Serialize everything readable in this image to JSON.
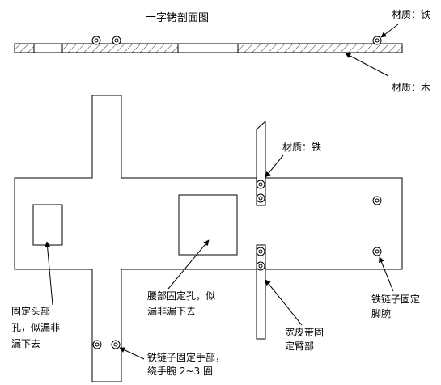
{
  "title": "十字铐剖面图",
  "labels": {
    "top_material_iron": "材质：铁",
    "top_material_wood": "材质：木",
    "arm_material_iron": "材质：铁",
    "head_hole": [
      "固定头部",
      "孔，似漏非",
      "漏下去"
    ],
    "waist_hole": [
      "腰部固定孔，似",
      "漏非漏下去"
    ],
    "wrist_chain": [
      "铁链子固定手部，",
      "绕手腕 2~3 圈"
    ],
    "arm_strap": [
      "宽皮带固",
      "定臂部"
    ],
    "ankle_chain": [
      "铁链子固定",
      "脚腕"
    ]
  }
}
